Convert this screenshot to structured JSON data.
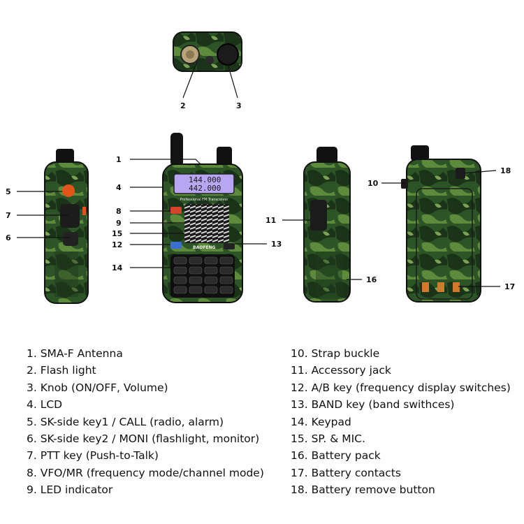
{
  "callouts": [
    "1",
    "2",
    "3",
    "4",
    "5",
    "6",
    "7",
    "8",
    "9",
    "10",
    "11",
    "12",
    "13",
    "14",
    "15",
    "16",
    "17",
    "18"
  ],
  "lcd": {
    "line1": "144.000",
    "line2": "442.000"
  },
  "device_text": {
    "brand": "BAOFENG",
    "model_band": "Professional FM Transceiver"
  },
  "legend_left": [
    "1. SMA-F Antenna",
    "2. Flash light",
    "3. Knob (ON/OFF, Volume)",
    "4. LCD",
    "5. SK-side key1 / CALL (radio, alarm)",
    "6. SK-side key2 / MONI (flashlight, monitor)",
    "7. PTT key (Push-to-Talk)",
    "8. VFO/MR (frequency mode/channel mode)",
    "9. LED indicator"
  ],
  "legend_right": [
    "10. Strap buckle",
    "11. Accessory jack",
    "12. A/B key (frequency display switches)",
    "13. BAND key (band swithces)",
    "14. Keypad",
    "15. SP. & MIC.",
    "16. Battery pack",
    "17. Battery contacts",
    "18. Battery remove button"
  ],
  "colors": {
    "camo_dark": "#1f3a1c",
    "camo_mid": "#3d6b2e",
    "camo_light": "#7a9a4a",
    "lcd": "#b7a6f2",
    "side_key": "#e2551a"
  }
}
